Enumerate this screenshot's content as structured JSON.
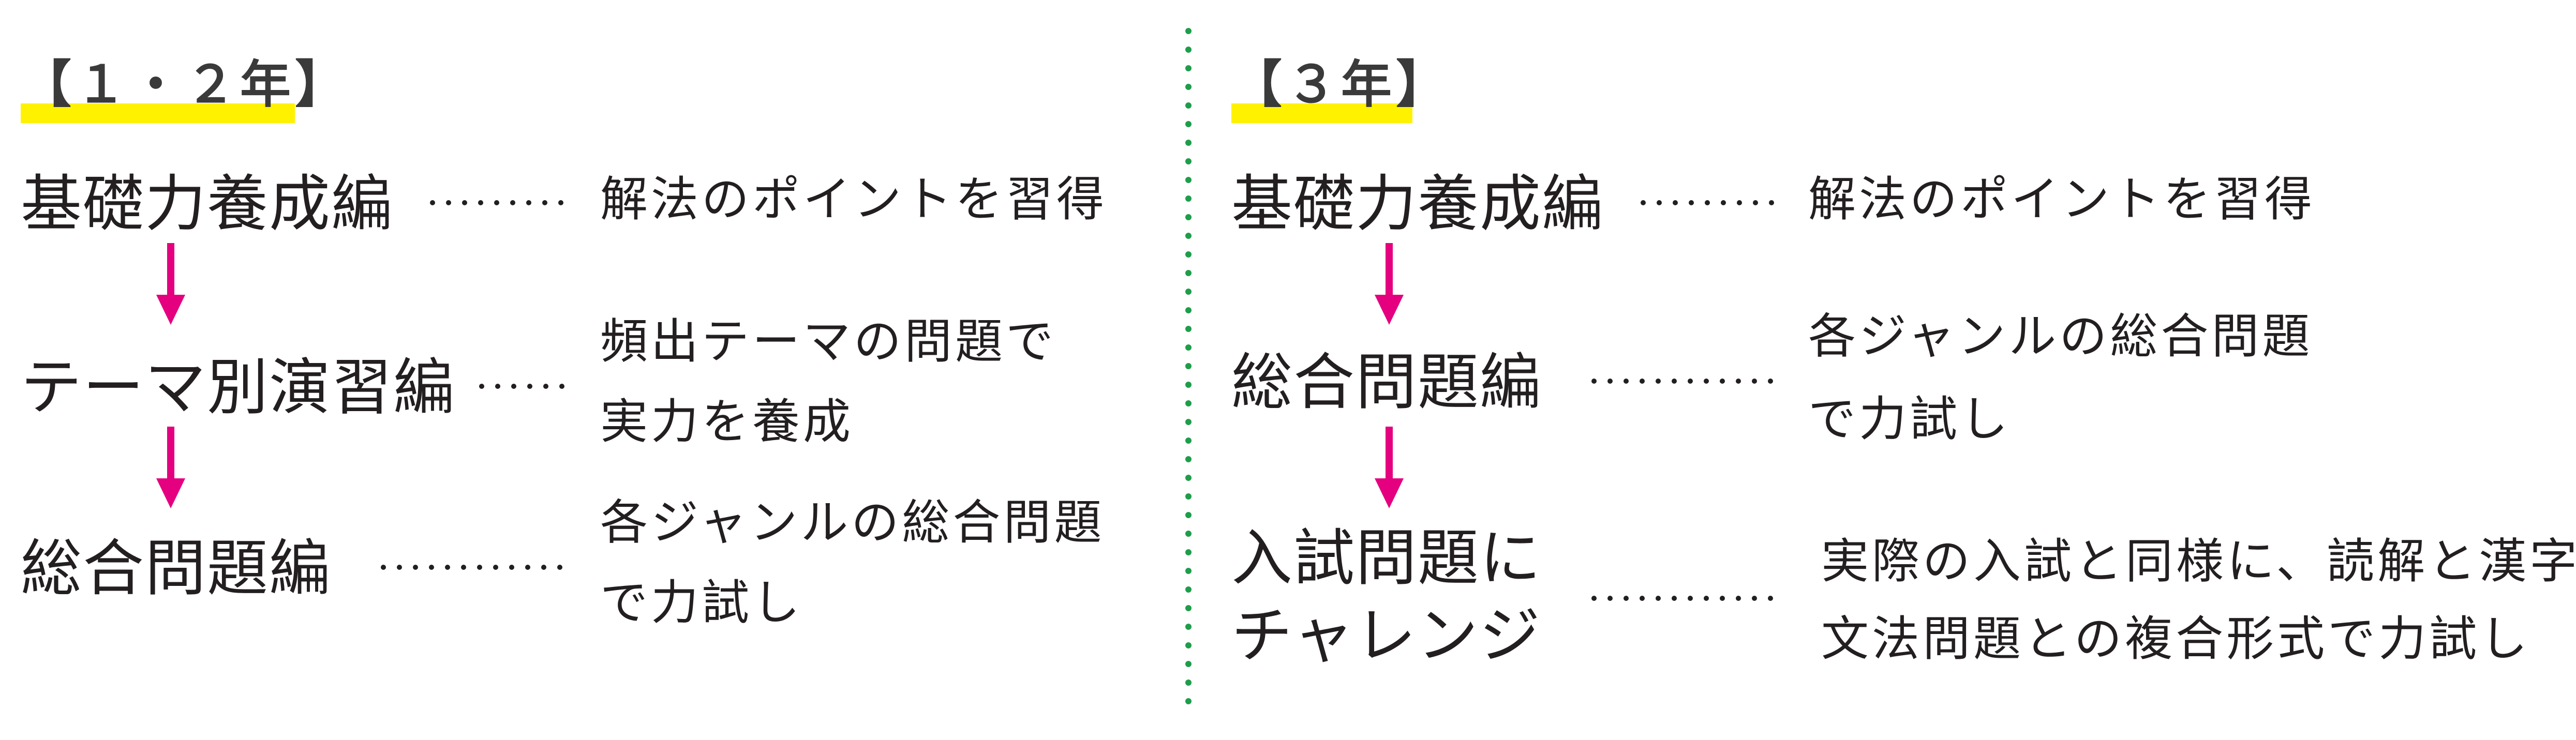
{
  "colors": {
    "highlight": "#fff200",
    "arrow": "#e4007f",
    "divider": "#1e9e4a",
    "text": "#231f20"
  },
  "left": {
    "heading": "【１・２年】",
    "stages": [
      {
        "title": "基礎力養成編",
        "desc": [
          "解法のポイントを習得"
        ]
      },
      {
        "title": "テーマ別演習編",
        "desc": [
          "頻出テーマの問題で",
          "実力を養成"
        ]
      },
      {
        "title": "総合問題編",
        "desc": [
          "各ジャンルの総合問題",
          "で力試し"
        ]
      }
    ]
  },
  "right": {
    "heading": "【３年】",
    "stages": [
      {
        "title": "基礎力養成編",
        "desc": [
          "解法のポイントを習得"
        ]
      },
      {
        "title": "総合問題編",
        "desc": [
          "各ジャンルの総合問題",
          "で力試し"
        ]
      },
      {
        "title": [
          "入試問題に",
          "チャレンジ"
        ],
        "desc": [
          "実際の入試と同様に、読解と漢字・",
          "文法問題との複合形式で力試し"
        ]
      }
    ]
  }
}
